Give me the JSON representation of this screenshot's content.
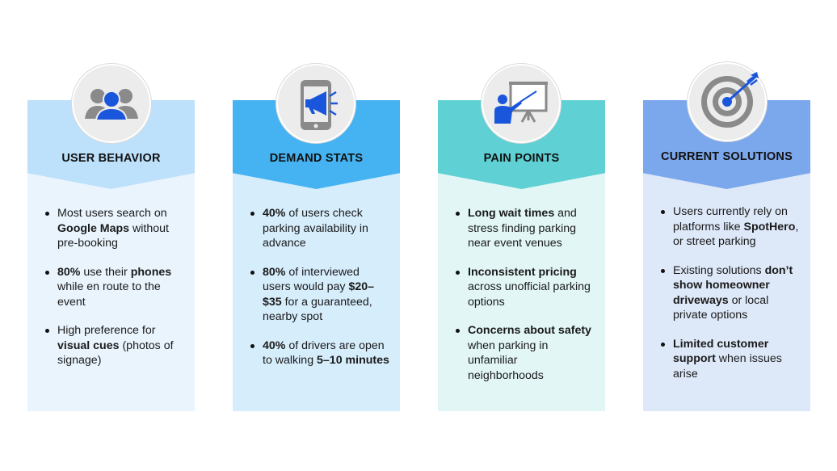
{
  "colors": {
    "card1_head": "#bde0fb",
    "card1_body": "#e9f4fd",
    "card2_head": "#45b3f1",
    "card2_body": "#d6edfc",
    "card3_head": "#5fd0d3",
    "card3_body": "#e2f6f6",
    "card4_head": "#7ba7ec",
    "card4_body": "#dde8f8",
    "icon_accent": "#1a56db",
    "icon_gray": "#8a8a8a"
  },
  "cards": [
    {
      "title": "USER BEHAVIOR",
      "icon": "users-group-icon",
      "bullets": [
        [
          {
            "t": "Most users search on "
          },
          {
            "t": "Google Maps",
            "b": true
          },
          {
            "t": " without pre-booking"
          }
        ],
        [
          {
            "t": "80%",
            "b": true
          },
          {
            "t": " use their "
          },
          {
            "t": "phones",
            "b": true
          },
          {
            "t": " while en route to the event"
          }
        ],
        [
          {
            "t": "High preference for "
          },
          {
            "t": "visual cues",
            "b": true
          },
          {
            "t": " (photos of signage)"
          }
        ]
      ]
    },
    {
      "title": "DEMAND STATS",
      "icon": "phone-megaphone-icon",
      "bullets": [
        [
          {
            "t": "40%",
            "b": true
          },
          {
            "t": " of users check parking availability in advance"
          }
        ],
        [
          {
            "t": "80%",
            "b": true
          },
          {
            "t": " of interviewed users would pay "
          },
          {
            "t": "$20–$35",
            "b": true
          },
          {
            "t": " for a guaranteed, nearby spot"
          }
        ],
        [
          {
            "t": "40%",
            "b": true
          },
          {
            "t": " of drivers are open to walking "
          },
          {
            "t": "5–10 minutes",
            "b": true
          }
        ]
      ]
    },
    {
      "title": "PAIN POINTS",
      "icon": "presenter-board-icon",
      "bullets": [
        [
          {
            "t": "Long wait times",
            "b": true
          },
          {
            "t": " and stress finding parking near event venues"
          }
        ],
        [
          {
            "t": "Inconsistent pricing",
            "b": true
          },
          {
            "t": " across unofficial parking options"
          }
        ],
        [
          {
            "t": "Concerns about safety",
            "b": true
          },
          {
            "t": " when parking in unfamiliar neighborhoods"
          }
        ]
      ]
    },
    {
      "title": "CURRENT SOLUTIONS",
      "icon": "target-arrow-icon",
      "bullets": [
        [
          {
            "t": "Users currently rely on platforms like "
          },
          {
            "t": "SpotHero",
            "b": true
          },
          {
            "t": ", or street parking"
          }
        ],
        [
          {
            "t": "Existing solutions "
          },
          {
            "t": "don’t show homeowner driveways",
            "b": true
          },
          {
            "t": " or local private options"
          }
        ],
        [
          {
            "t": "Limited customer support",
            "b": true
          },
          {
            "t": " when issues arise"
          }
        ]
      ]
    }
  ]
}
